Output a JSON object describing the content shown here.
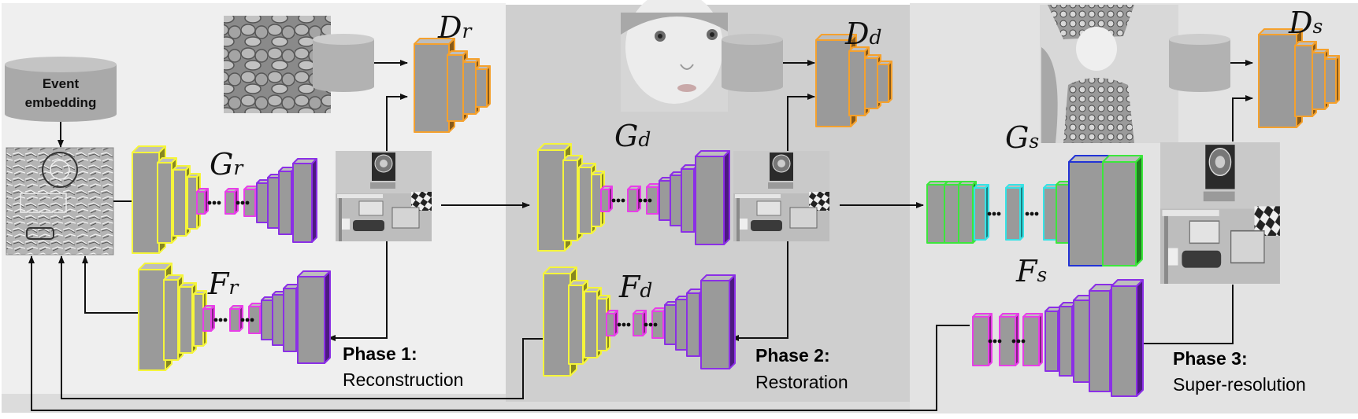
{
  "event_embedding": {
    "line1": "Event",
    "line2": "embedding"
  },
  "phases": [
    {
      "number": "Phase 1:",
      "name": "Reconstruction"
    },
    {
      "number": "Phase 2:",
      "name": "Restoration"
    },
    {
      "number": "Phase 3:",
      "name": "Super-resolution"
    }
  ],
  "networks": {
    "Gr": {
      "main": "G",
      "sub": "r"
    },
    "Fr": {
      "main": "F",
      "sub": "r"
    },
    "Dr": {
      "main": "D",
      "sub": "r"
    },
    "Gd": {
      "main": "G",
      "sub": "d"
    },
    "Fd": {
      "main": "F",
      "sub": "d"
    },
    "Dd": {
      "main": "D",
      "sub": "d"
    },
    "Gs": {
      "main": "G",
      "sub": "s"
    },
    "Fs": {
      "main": "F",
      "sub": "s"
    },
    "Ds": {
      "main": "D",
      "sub": "s"
    }
  },
  "colors": {
    "encoder": "#f5f53a",
    "bottleneck": "#e83ee8",
    "decoder": "#8b2fe6",
    "discriminator": "#f5a12d",
    "sr_green": "#3ce63c",
    "sr_cyan": "#36e3e6",
    "sr_blue": "#2233d6",
    "phase1_bg": "#efefef",
    "phase2_bg": "#cfcfcf",
    "phase3_bg": "#e3e3e3"
  },
  "icons": [
    "database-icon",
    "event-frame-image",
    "scene-image",
    "texture-image",
    "face-image",
    "portrait-image"
  ]
}
